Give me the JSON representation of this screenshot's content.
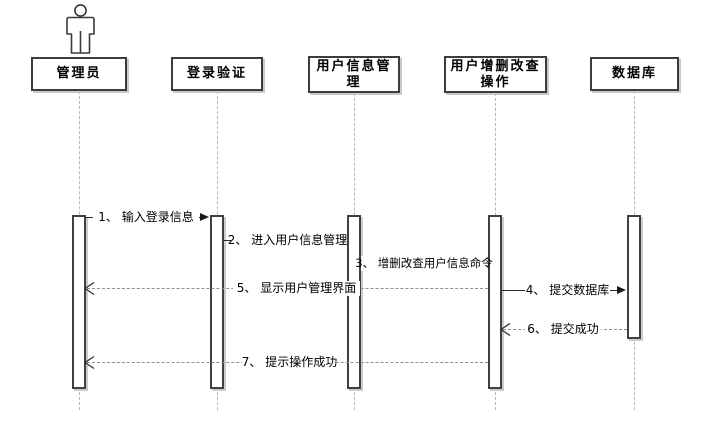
{
  "diagram_type": "uml-sequence-diagram",
  "palette": {
    "background": "#ffffff",
    "box_border": "#3c3c3c",
    "call_line": "#2b2b2b",
    "return_line": "#8f8f8f",
    "lifeline_dash": "#b8b8b8",
    "shadow": "#c9c9c9",
    "text": "#000000"
  },
  "lifelines": [
    {
      "label": "管理员",
      "kind": "actor",
      "icon": "person-icon"
    },
    {
      "label": "登录验证",
      "kind": "object"
    },
    {
      "label": "用户信息管理",
      "kind": "object"
    },
    {
      "label": "用户增删改查操作",
      "kind": "object"
    },
    {
      "label": "数据库",
      "kind": "object"
    }
  ],
  "messages": [
    {
      "label": "1、 输入登录信息",
      "from": "管理员",
      "to": "登录验证",
      "style": "solid-filled-arrow"
    },
    {
      "label": "2、 进入用户信息管理",
      "from": "登录验证",
      "to": "用户信息管理",
      "style": "solid-filled-arrow"
    },
    {
      "label": "3、 增删改查用户信息命令",
      "from": "用户信息管理",
      "to": "用户增删改查操作",
      "style": "solid-filled-arrow"
    },
    {
      "label": "4、 提交数据库",
      "from": "用户增删改查操作",
      "to": "数据库",
      "style": "solid-filled-arrow"
    },
    {
      "label": "5、 显示用户管理界面",
      "from": "用户增删改查操作",
      "to": "管理员",
      "style": "dashed-open-arrow"
    },
    {
      "label": "6、 提交成功",
      "from": "数据库",
      "to": "用户增删改查操作",
      "style": "dashed-open-arrow"
    },
    {
      "label": "7、 提示操作成功",
      "from": "用户增删改查操作",
      "to": "管理员",
      "style": "dashed-open-arrow"
    }
  ]
}
